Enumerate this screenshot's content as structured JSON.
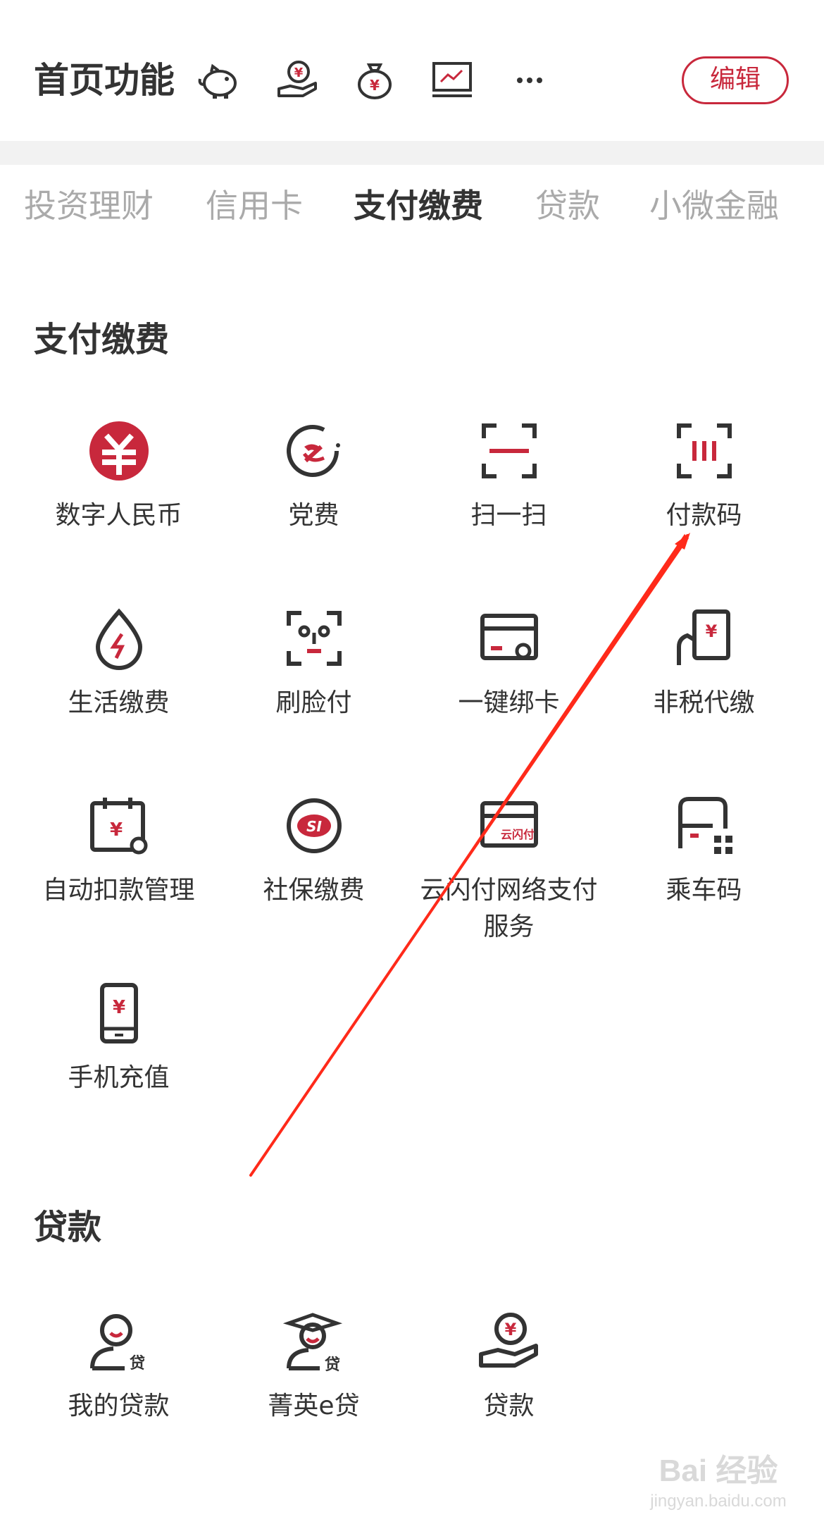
{
  "header": {
    "title": "首页功能",
    "icons": [
      "piggy-bank-icon",
      "hand-coin-icon",
      "money-bag-icon",
      "monitor-chart-icon",
      "more-icon"
    ],
    "edit_label": "编辑"
  },
  "tabs": [
    {
      "label": "投资理财",
      "active": false
    },
    {
      "label": "信用卡",
      "active": false
    },
    {
      "label": "支付缴费",
      "active": true
    },
    {
      "label": "贷款",
      "active": false
    },
    {
      "label": "小微金融",
      "active": false
    }
  ],
  "payment": {
    "title": "支付缴费",
    "items": [
      {
        "label": "数字人民币",
        "icon": "digital-rmb-icon"
      },
      {
        "label": "党费",
        "icon": "party-fee-icon"
      },
      {
        "label": "扫一扫",
        "icon": "scan-icon"
      },
      {
        "label": "付款码",
        "icon": "pay-code-icon"
      },
      {
        "label": "生活缴费",
        "icon": "water-drop-icon"
      },
      {
        "label": "刷脸付",
        "icon": "face-pay-icon"
      },
      {
        "label": "一键绑卡",
        "icon": "bind-card-icon"
      },
      {
        "label": "非税代缴",
        "icon": "non-tax-icon"
      },
      {
        "label": "自动扣款管理",
        "icon": "calendar-gear-icon"
      },
      {
        "label": "社保缴费",
        "icon": "social-security-icon"
      },
      {
        "label": "云闪付网络支付服务",
        "icon": "cloud-quickpass-card-icon",
        "card_text": "云闪付"
      },
      {
        "label": "乘车码",
        "icon": "bus-qr-icon"
      },
      {
        "label": "手机充值",
        "icon": "phone-topup-icon"
      }
    ]
  },
  "loan": {
    "title": "贷款",
    "items": [
      {
        "label": "我的贷款",
        "icon": "my-loan-icon"
      },
      {
        "label": "菁英e贷",
        "icon": "elite-loan-icon"
      },
      {
        "label": "贷款",
        "icon": "loan-hand-icon"
      }
    ]
  },
  "watermark": {
    "logo": "Bai 经验",
    "url": "jingyan.baidu.com"
  },
  "colors": {
    "accent": "#c8283c",
    "text": "#333333",
    "muted": "#aaaaaa",
    "annotation": "#ff2a1a"
  }
}
